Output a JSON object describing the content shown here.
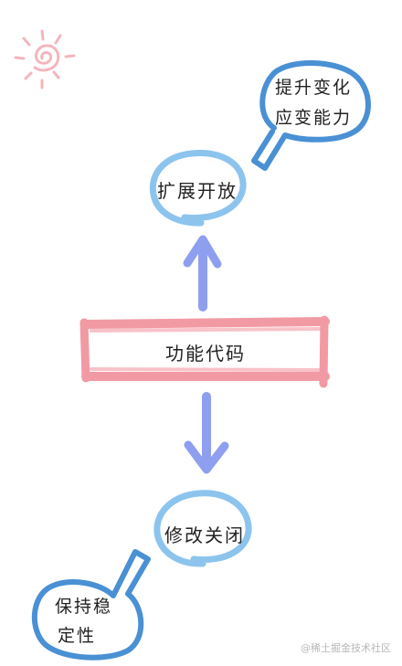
{
  "diagram": {
    "nodes": {
      "center": "功能代码",
      "top": "扩展开放",
      "bottom": "修改关闭"
    },
    "bubbles": {
      "top_line1": "提升变化",
      "top_line2": "应变能力",
      "bottom_line1": "保持稳",
      "bottom_line2": "定性"
    },
    "edges": [
      {
        "from": "功能代码",
        "to": "扩展开放"
      },
      {
        "from": "功能代码",
        "to": "修改关闭"
      }
    ]
  },
  "colors": {
    "box": "#f29aa4",
    "circle": "#8cc4ee",
    "arrow": "#8f9ff0",
    "bubble": "#4a90d4",
    "sun": "#f3b6bd"
  },
  "icons": {
    "decoration": "sun-icon"
  },
  "watermark": "@稀土掘金技术社区"
}
